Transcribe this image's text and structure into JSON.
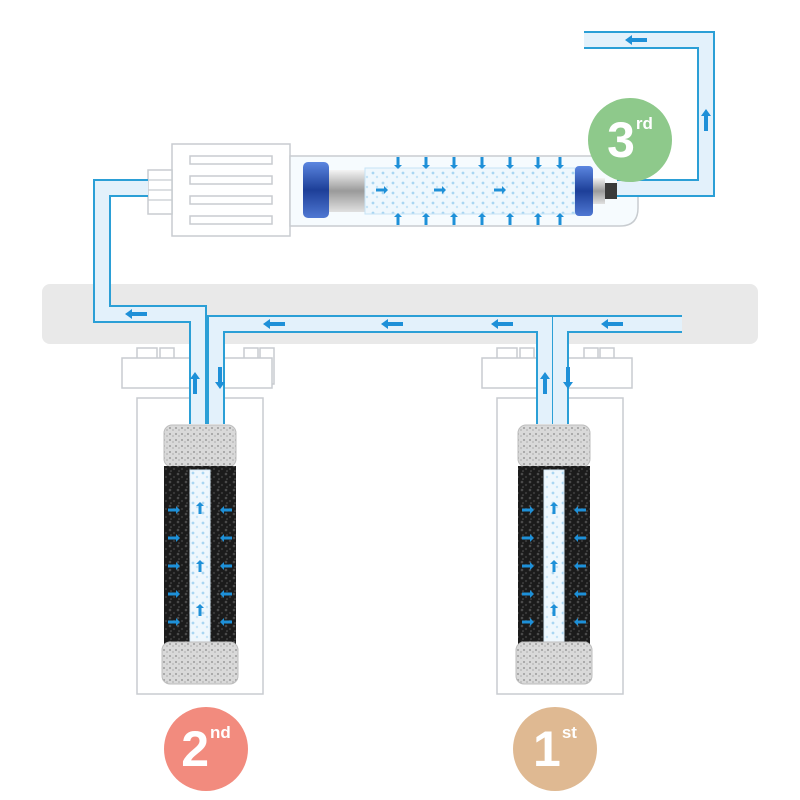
{
  "stages": [
    {
      "id": "stage-1",
      "number": "1",
      "suffix": "st",
      "color": "#dfb992"
    },
    {
      "id": "stage-2",
      "number": "2",
      "suffix": "nd",
      "color": "#f28b7e"
    },
    {
      "id": "stage-3",
      "number": "3",
      "suffix": "rd",
      "color": "#8ec98b"
    }
  ],
  "colors": {
    "water": "#2b9fd6",
    "water_fill": "#e3f1fb",
    "arrow": "#1e90d8",
    "manifold": "#e9e9e9",
    "housing_outline": "#c8ccd0",
    "carbon": "#1d1d1d",
    "membrane_cap": "#2a55b8"
  },
  "icons": [
    "flow-arrow-icon"
  ]
}
